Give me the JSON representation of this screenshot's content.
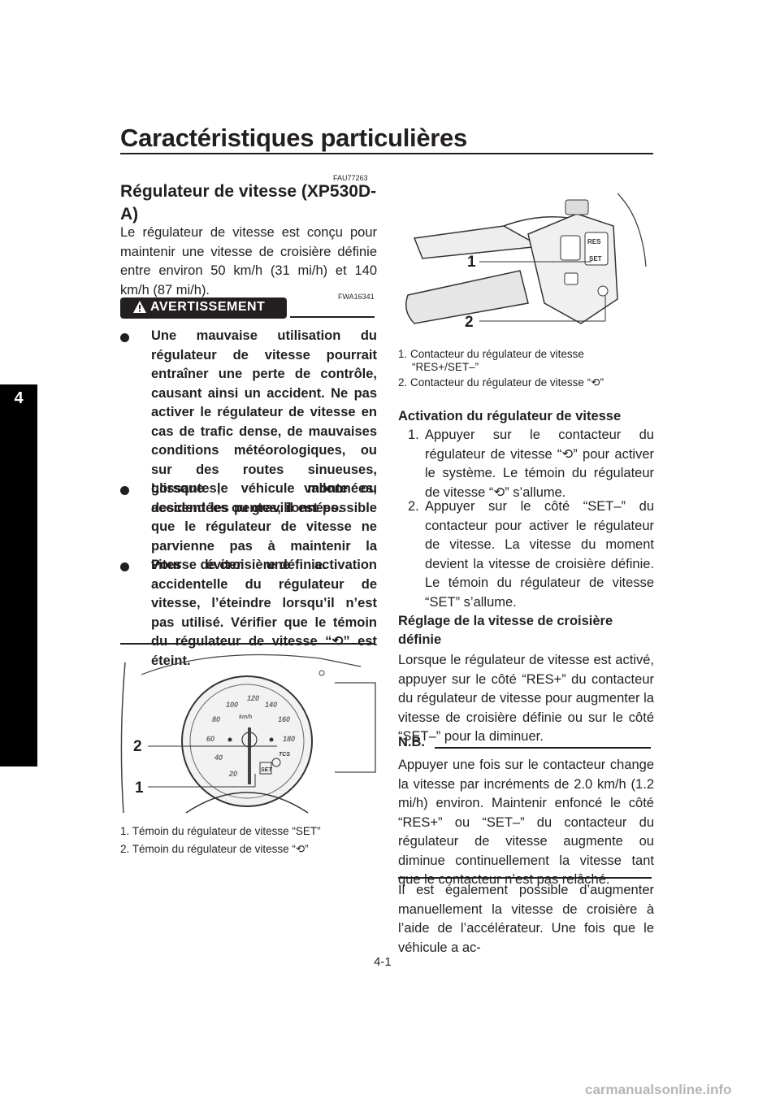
{
  "page": {
    "title": "Caractéristiques particulières",
    "chapter_tab": "4",
    "page_number": "4-1",
    "watermark": "carmanualsonline.info"
  },
  "section": {
    "code": "FAU77263",
    "heading": "Régulateur de vitesse (XP530D-A)",
    "intro": "Le régulateur de vitesse est conçu pour maintenir une vitesse de croisière définie entre environ 50 km/h (31 mi/h) et 140 km/h (87 mi/h)."
  },
  "warning": {
    "code": "FWA16341",
    "label": "AVERTISSEMENT",
    "items": [
      "Une mauvaise utilisation du régulateur de vitesse pourrait entraîner une perte de contrôle, causant ainsi un accident. Ne pas activer le régulateur de vitesse en cas de trafic dense, de mauvaises conditions météorologiques, ou sur des routes sinueuses, glissantes, vallonnées, accidentées ou gravillonnées.",
      "Lorsque le véhicule monte ou descend les pentes, il est possible que le régulateur de vitesse ne parvienne pas à maintenir la vitesse de croisière définie.",
      "Pour éviter une activation accidentelle du régulateur de vitesse, l’éteindre lorsqu’il n’est pas utilisé. Vérifier que le témoin du régulateur de vitesse “⟲” est éteint."
    ]
  },
  "figure1": {
    "callouts": [
      "2",
      "1"
    ],
    "gauge_labels": [
      "20",
      "40",
      "60",
      "80",
      "100",
      "120",
      "140",
      "160",
      "180",
      "km/h",
      "TCS",
      "SET"
    ],
    "captions": [
      "1.  Témoin du régulateur de vitesse “SET”",
      "2.  Témoin du régulateur de vitesse “⟲”"
    ]
  },
  "figure2": {
    "callouts": [
      "1",
      "2"
    ],
    "switch_labels": [
      "RES",
      "SET"
    ],
    "captions": [
      "1.  Contacteur du régulateur de vitesse",
      "“RES+/SET–”",
      "2.  Contacteur du régulateur de vitesse “⟲”"
    ]
  },
  "activation": {
    "heading": "Activation du régulateur de vitesse",
    "steps": [
      {
        "n": "1.",
        "text": "Appuyer sur le contacteur du régulateur de vitesse “⟲” pour activer le système. Le témoin du régulateur de vitesse “⟲” s’allume."
      },
      {
        "n": "2.",
        "text": "Appuyer sur le côté “SET–” du contacteur pour activer le régulateur de vitesse. La vitesse du moment devient la vitesse de croisière définie. Le témoin du régulateur de vitesse “SET” s’allume."
      }
    ]
  },
  "setting": {
    "heading": "Réglage de la vitesse de croisière définie",
    "text": "Lorsque le régulateur de vitesse est activé, appuyer sur le côté “RES+” du contacteur du régulateur de vitesse pour augmenter la vitesse de croisière définie ou sur le côté “SET–” pour la diminuer."
  },
  "note": {
    "label": "N.B.",
    "text": "Appuyer une fois sur le contacteur change la vitesse par incréments de 2.0 km/h (1.2 mi/h) environ. Maintenir enfoncé le côté “RES+” ou “SET–” du contacteur du régulateur de vitesse augmente ou diminue continuellement la vitesse tant que le contacteur n’est pas relâché."
  },
  "continuation": "Il est également possible d’augmenter manuellement la vitesse de croisière à l’aide de l’accélérateur. Une fois que le véhicule a ac-"
}
